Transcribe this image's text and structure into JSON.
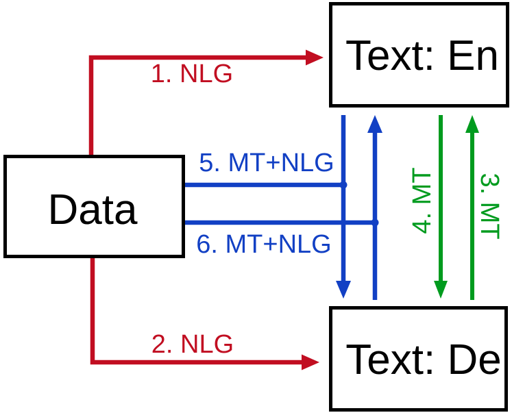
{
  "colors": {
    "red": "#c10e21",
    "blue": "#1240c4",
    "green": "#009b1e",
    "ink": "#000000",
    "background": "#ffffff"
  },
  "nodes": {
    "data": {
      "label": "Data"
    },
    "text_en": {
      "label": "Text: En"
    },
    "text_de": {
      "label": "Text: De"
    }
  },
  "edges": {
    "e1": {
      "label": "1. NLG",
      "from": "data",
      "to": "text_en",
      "color": "red"
    },
    "e2": {
      "label": "2. NLG",
      "from": "data",
      "to": "text_de",
      "color": "red"
    },
    "e3": {
      "label": "3. MT",
      "from": "text_de",
      "to": "text_en",
      "color": "green"
    },
    "e4": {
      "label": "4. MT",
      "from": "text_en",
      "to": "text_de",
      "color": "green"
    },
    "e5": {
      "label": "5. MT+NLG",
      "from": "data",
      "to": "text_de",
      "color": "blue"
    },
    "e6": {
      "label": "6. MT+NLG",
      "from": "data",
      "to": "text_en",
      "color": "blue"
    }
  }
}
